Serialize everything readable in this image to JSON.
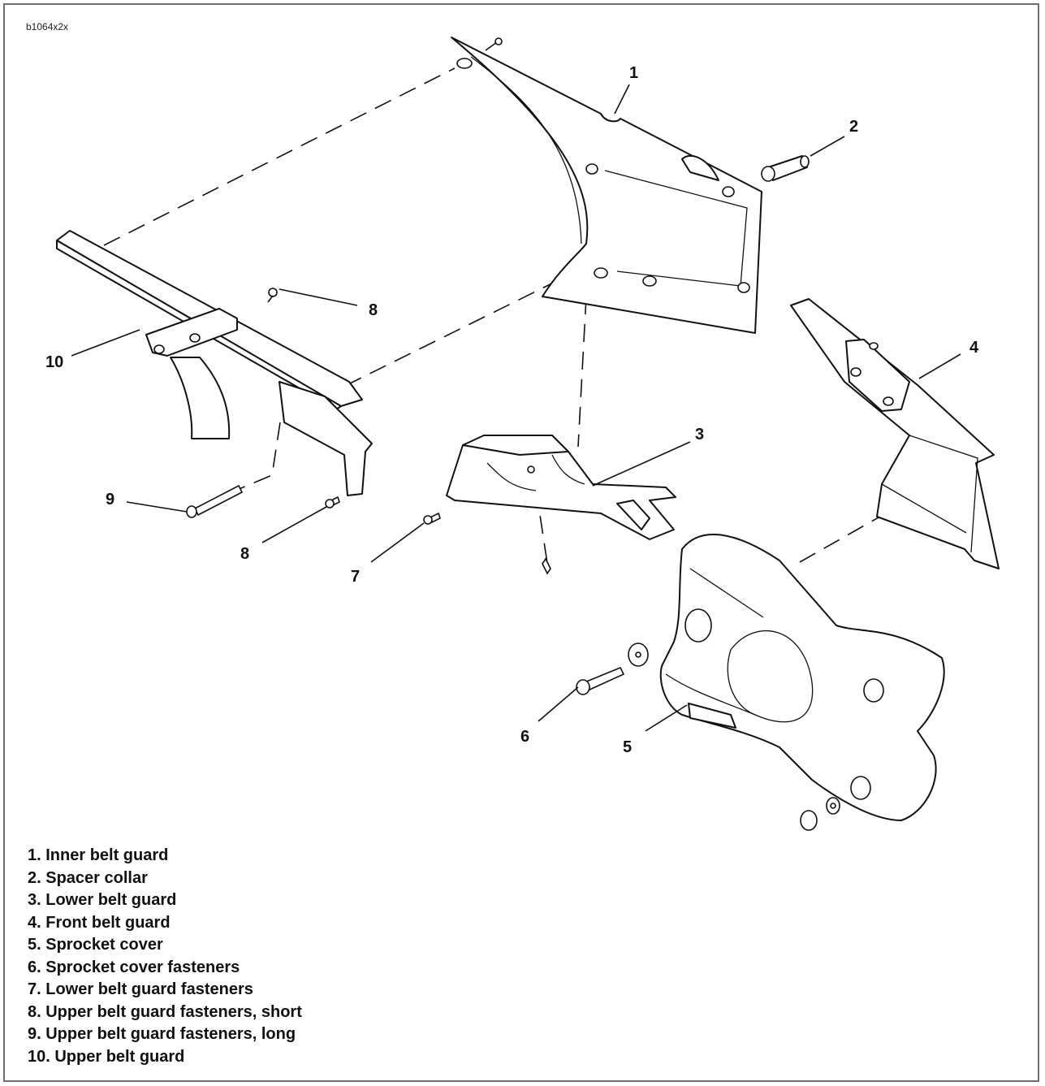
{
  "figure_id": "b1064x2x",
  "callouts": [
    "1",
    "2",
    "3",
    "4",
    "5",
    "6",
    "7",
    "8",
    "9",
    "10"
  ],
  "legend": [
    "1. Inner belt guard",
    "2. Spacer collar",
    "3. Lower belt guard",
    "4. Front belt guard",
    "5. Sprocket cover",
    "6. Sprocket cover fasteners",
    "7. Lower belt guard fasteners",
    "8. Upper belt guard fasteners, short",
    "9. Upper belt guard fasteners, long",
    "10. Upper belt guard"
  ]
}
